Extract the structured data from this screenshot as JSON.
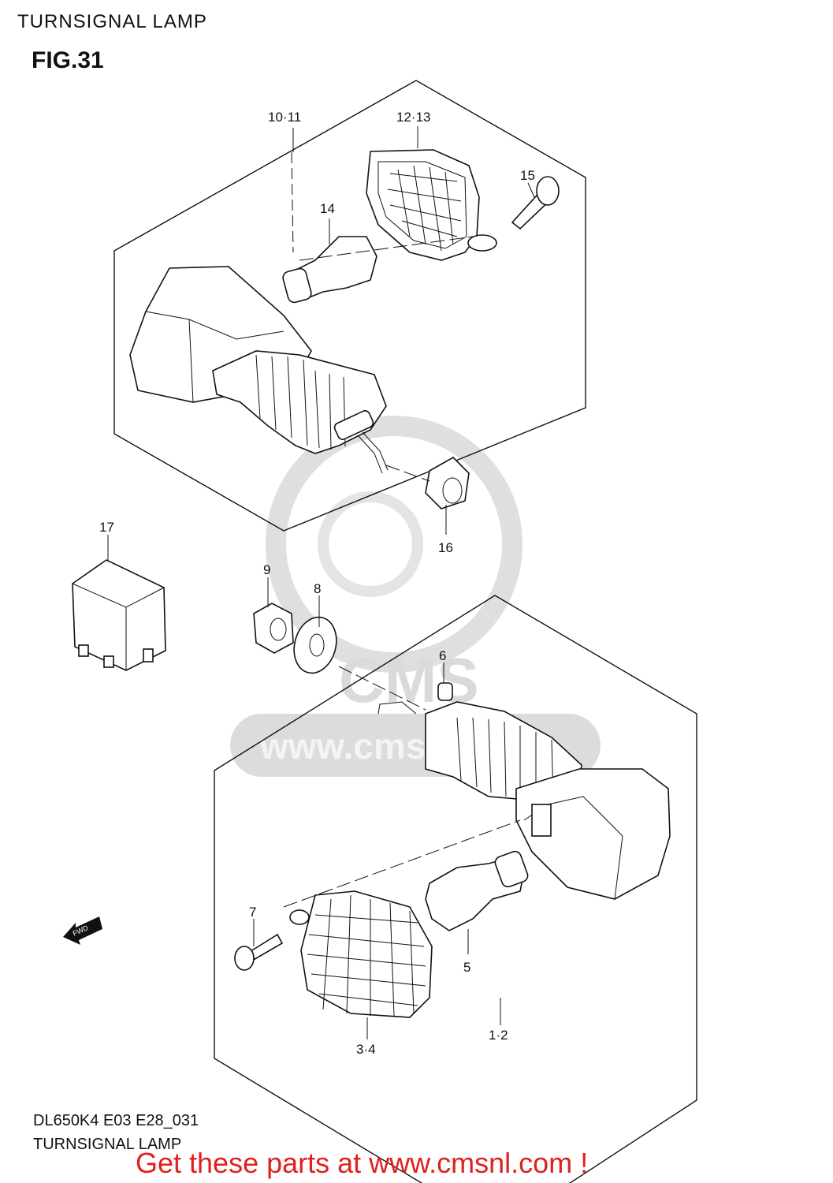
{
  "header": {
    "title": "TURNSIGNAL LAMP",
    "figure": "FIG.31"
  },
  "callouts": {
    "c1011": "10·11",
    "c1213": "12·13",
    "c14": "14",
    "c15": "15",
    "c16": "16",
    "c17": "17",
    "c9": "9",
    "c8": "8",
    "c6": "6",
    "c7": "7",
    "c5": "5",
    "c34": "3·4",
    "c12": "1·2"
  },
  "watermark": {
    "text": "www.cmsnl.com",
    "logo": "CMS"
  },
  "fwd_arrow": "FWD",
  "footer": {
    "code": "DL650K4 E03 E28_031",
    "title": "TURNSIGNAL LAMP",
    "promo": "Get these parts at www.cmsnl.com !"
  }
}
